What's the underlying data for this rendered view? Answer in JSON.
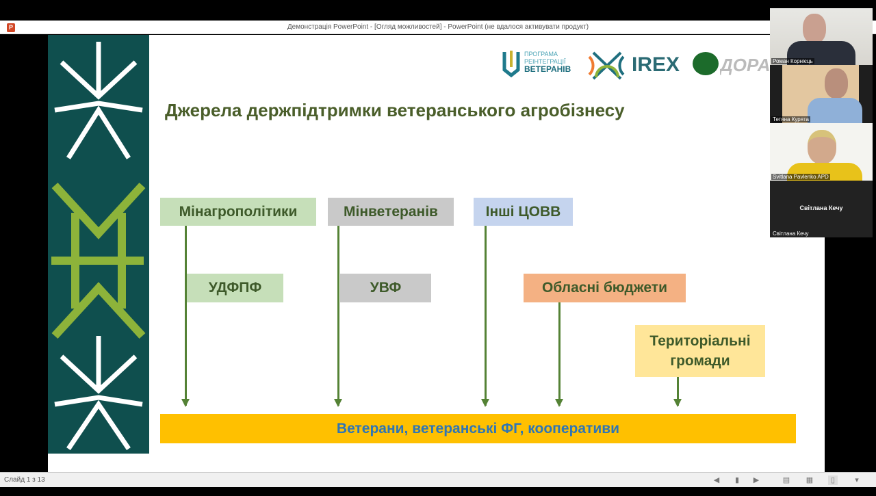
{
  "window": {
    "title": "Демонстрація PowerPoint - [Огляд можливостей] - PowerPoint (не вдалося активувати продукт)",
    "app_icon": "P"
  },
  "slide": {
    "logos": {
      "program_line1": "ПРОГРАМА",
      "program_line2": "РЕІНТЕГРАЦІЇ",
      "program_line3": "ВЕТЕРАНІВ",
      "irex": "IREX",
      "dora": "ДОРА"
    },
    "title": "Джерела держпідтримки ветеранського агробізнесу",
    "top_boxes": [
      "Мінагрополітики",
      "Мінветеранів",
      "Інші ЦОВВ"
    ],
    "mid_boxes": [
      "УДФПФ",
      "УВФ",
      "Обласні бюджети"
    ],
    "territorial": {
      "line1": "Територіальні",
      "line2": "громади"
    },
    "target": "Ветерани, ветеранські ФГ, кооперативи",
    "colors": {
      "green": "#c6dfb9",
      "gray": "#c9c9c9",
      "blue": "#c5d4ee",
      "orange": "#f4b183",
      "yellow": "#ffe699",
      "target": "#ffc000",
      "arrow": "#548235"
    }
  },
  "status": {
    "slide_counter": "Слайд 1 з 13"
  },
  "video": {
    "participants": [
      "Роман Корнієць",
      "Тетяна Курята",
      "Svitlana Pavlenko APD",
      "Світлана Кечу"
    ],
    "active_label": "Світлана Кечу"
  }
}
